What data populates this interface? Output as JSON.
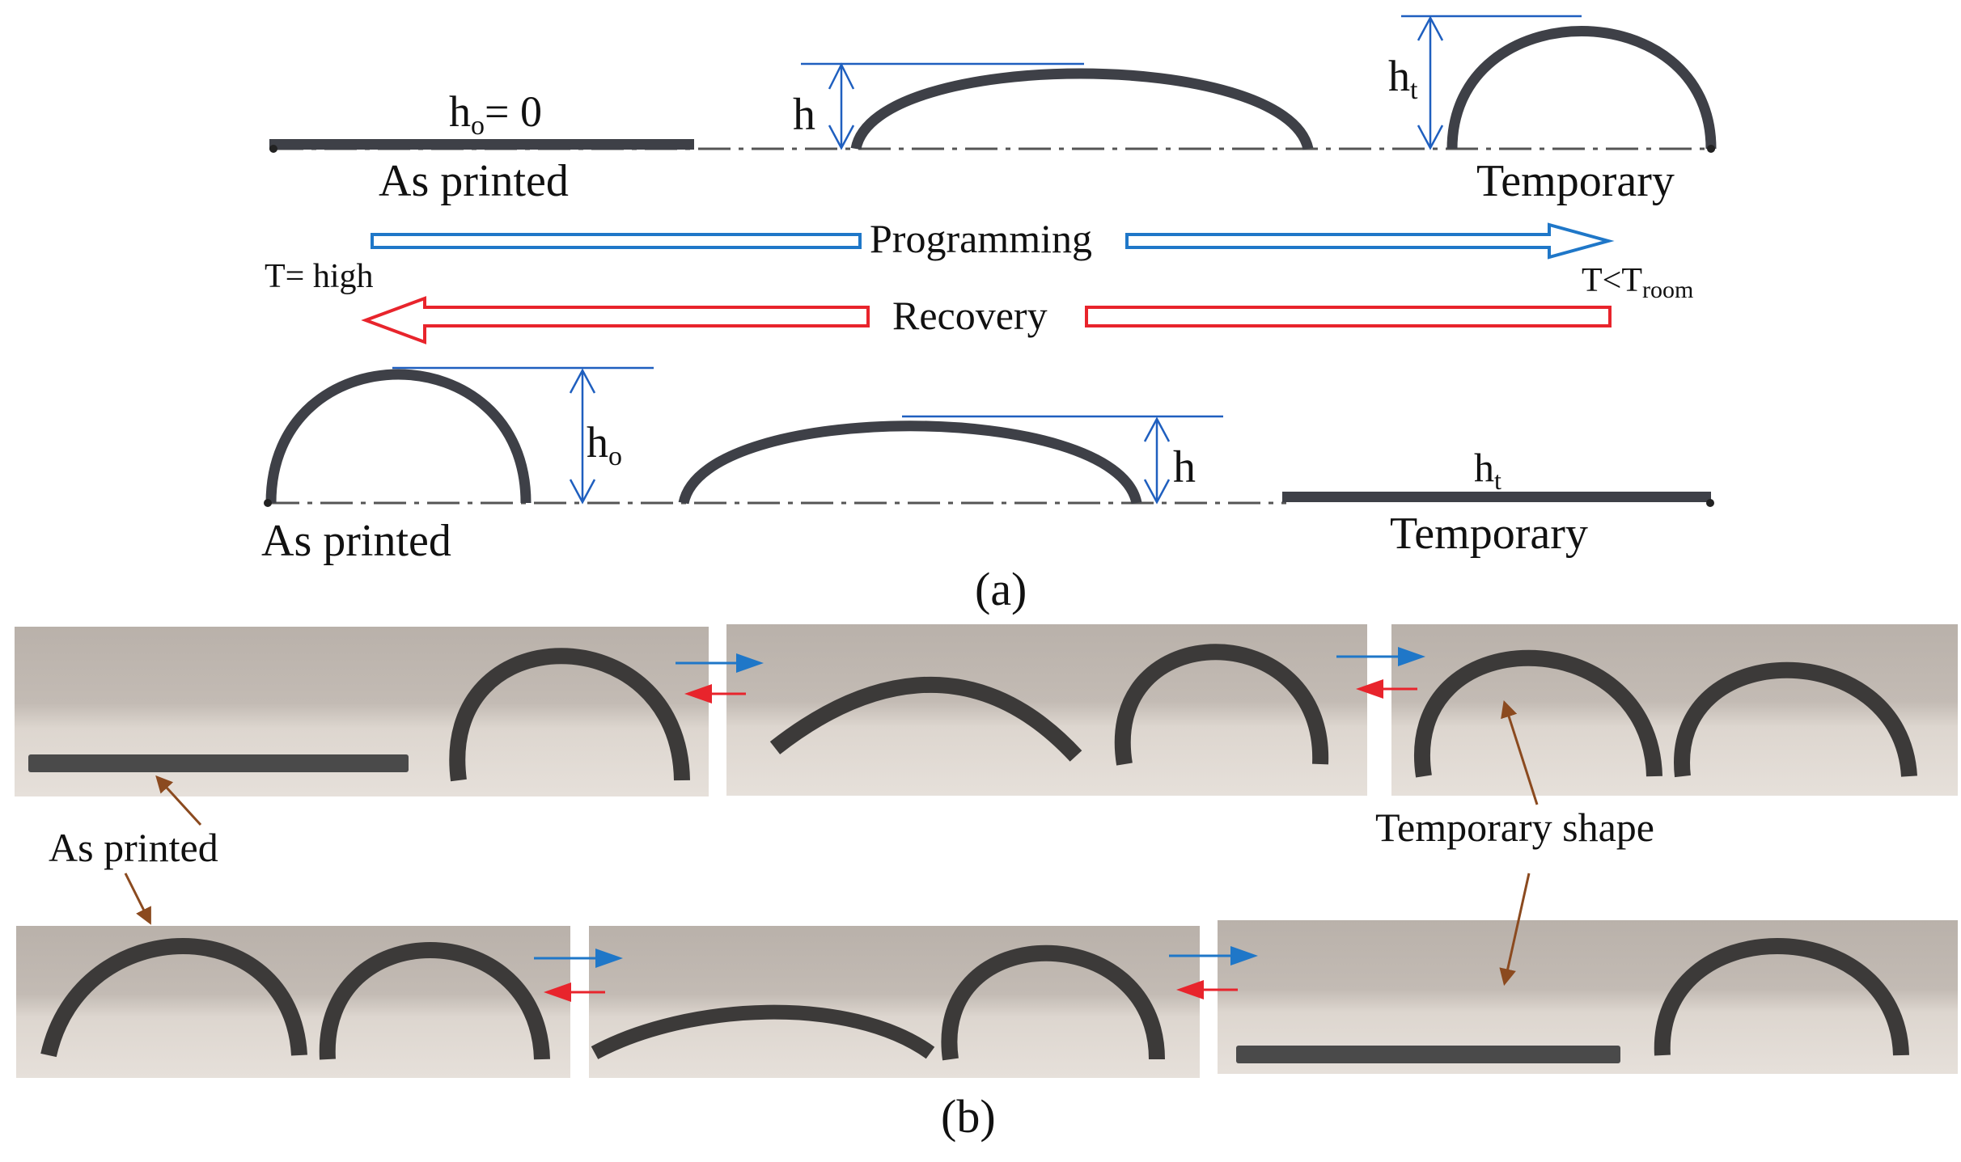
{
  "panel_a": {
    "top": {
      "h0_base": "h",
      "h0_sub": "o",
      "h0_eq": "= 0",
      "as_printed": "As printed",
      "h_mid": "h",
      "ht_base": "h",
      "ht_sub": "t",
      "temporary": "Temporary"
    },
    "arrows": {
      "programming": "Programming",
      "recovery": "Recovery",
      "t_high": "T= high",
      "t_low_base": "T<T",
      "t_low_sub": "room",
      "programming_color": "#1f77c8",
      "recovery_color": "#e8242c"
    },
    "bottom": {
      "h0_base": "h",
      "h0_sub": "o",
      "as_printed": "As printed",
      "h_mid": "h",
      "ht_base": "h",
      "ht_sub": "t",
      "temporary": "Temporary"
    },
    "label": "(a)"
  },
  "panel_b": {
    "as_printed": "As printed",
    "temporary_shape": "Temporary shape",
    "label": "(b)",
    "annotation_color": "#8b4a1f"
  }
}
